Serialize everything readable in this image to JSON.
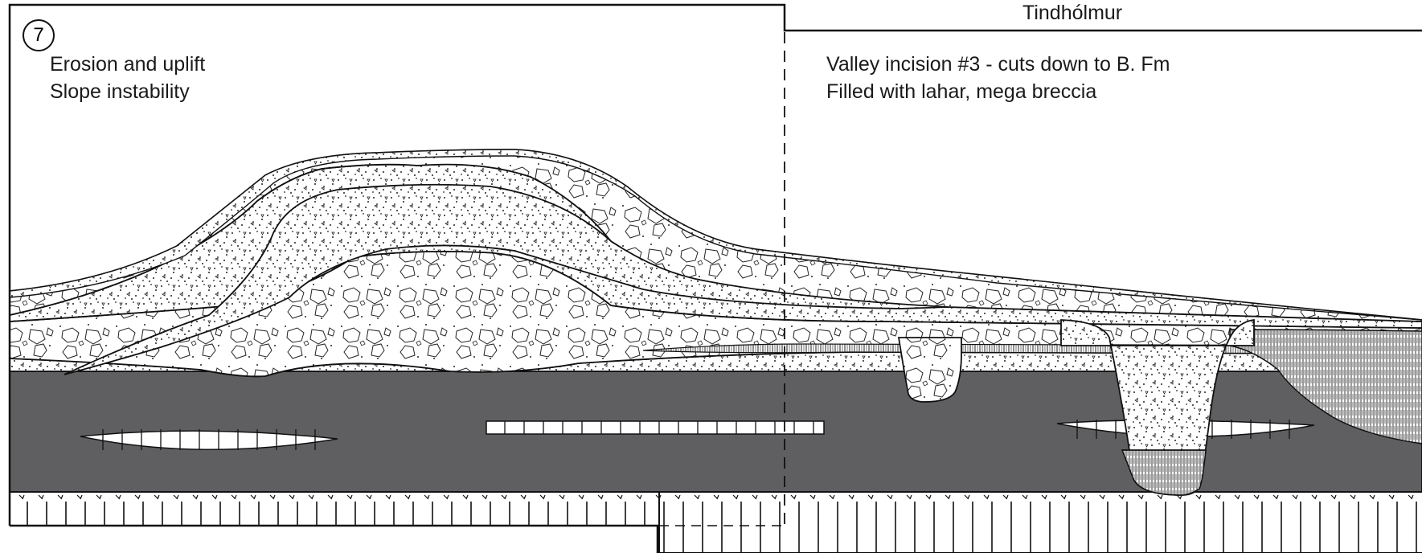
{
  "panel": {
    "step_number": "7",
    "location_label": "Tindhólmur",
    "left_caption": {
      "line1": "Erosion and uplift",
      "line2": "Slope instability"
    },
    "right_caption": {
      "line1": "Valley incision #3 - cuts down to B. Fm",
      "line2": "Filled with lahar, mega breccia"
    }
  },
  "colors": {
    "basement_gray": "#5f5f62",
    "line": "#111111",
    "fill_white": "#ffffff"
  }
}
